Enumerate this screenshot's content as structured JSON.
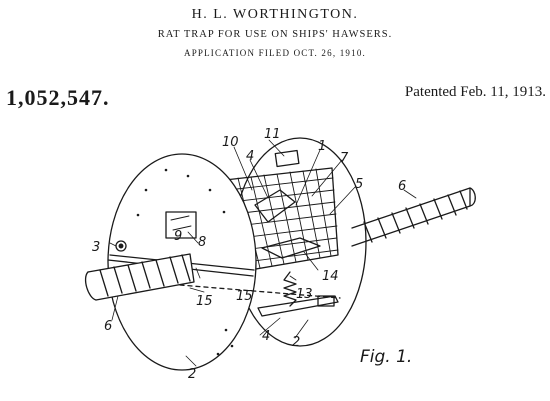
{
  "header": {
    "inventor": "H. L. WORTHINGTON.",
    "title": "RAT TRAP FOR USE ON SHIPS' HAWSERS.",
    "application": "APPLICATION FILED OCT. 26, 1910."
  },
  "patent_number": "1,052,547.",
  "patented": "Patented Feb. 11, 1913.",
  "figure_label": "Fig. 1.",
  "reference_numerals": [
    "1",
    "2",
    "2",
    "3",
    "4",
    "4",
    "5",
    "6",
    "6",
    "7",
    "8",
    "9",
    "10",
    "11",
    "13",
    "14",
    "15",
    "15"
  ]
}
